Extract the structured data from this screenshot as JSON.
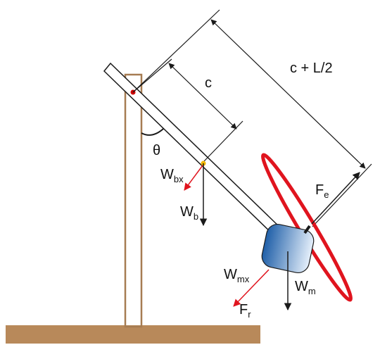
{
  "labels": {
    "c": "c",
    "c_plus_l2": "c + L/2",
    "theta": "θ",
    "fe": {
      "main": "F",
      "sub": "e"
    },
    "wbx": {
      "main": "W",
      "sub": "bx"
    },
    "wb": {
      "main": "W",
      "sub": "b"
    },
    "wmx": {
      "main": "W",
      "sub": "mx"
    },
    "wm": {
      "main": "W",
      "sub": "m"
    },
    "fr": {
      "main": "F",
      "sub": "r"
    }
  },
  "colors": {
    "post": "#a67c52",
    "ground": "#b8895a",
    "rod": "#1a1a1a",
    "force_red": "#e0141e",
    "propeller": "#e0141e",
    "motor_dark": "#1f5fa8",
    "motor_light": "#e6f0fb",
    "pivot": "#cc0000",
    "center_of_mass": "#f2b705"
  }
}
